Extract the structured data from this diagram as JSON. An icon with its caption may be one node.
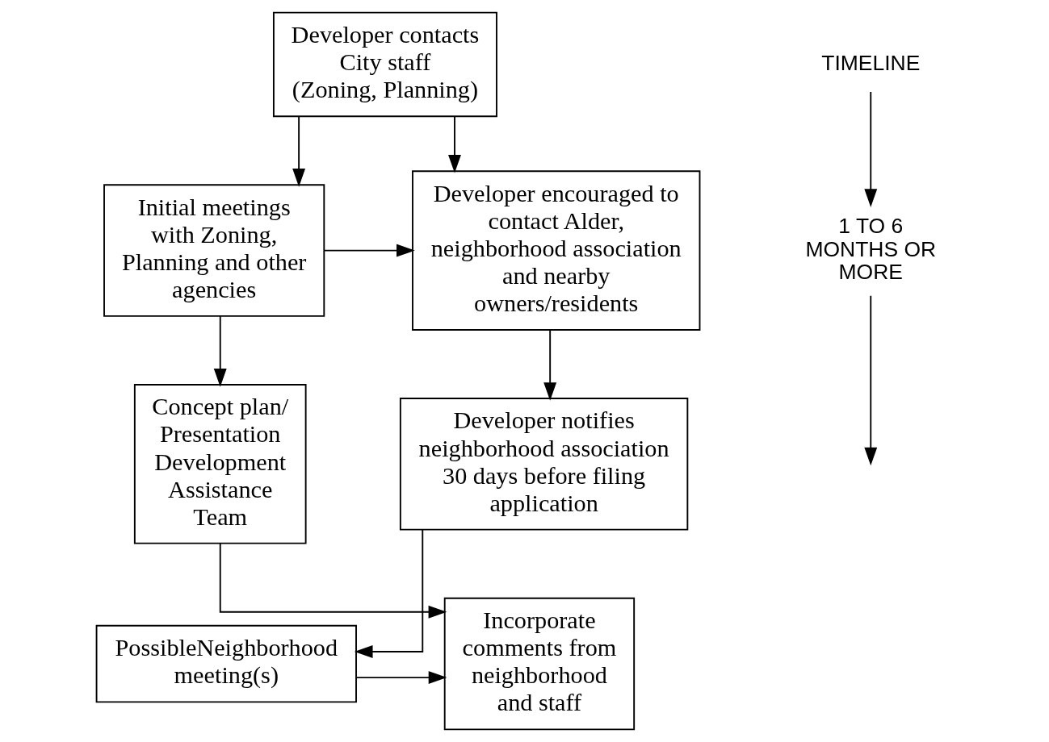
{
  "diagram": {
    "nodes": [
      {
        "text": [
          "Developer contacts City staff (Zoning, Planning)"
        ]
      },
      {
        "text": [
          "Initial meetings with Zoning, Planning and other agencies"
        ]
      },
      {
        "text": [
          "Developer encouraged to contact Alder, neighborhood association and nearby owners/residents"
        ]
      },
      {
        "text": [
          "Concept plan/ Presentation Development Assistance Team"
        ]
      },
      {
        "text": [
          "Developer notifies neighborhood association 30 days before filing application"
        ]
      },
      {
        "text": [
          "Incorporate comments from neighborhood and staff"
        ]
      },
      {
        "text": [
          "PossibleNeighborhood meeting(s)"
        ]
      },
      {
        "text": [
          "TIMELINE"
        ]
      },
      {
        "text": [
          "1 TO 6 MONTHS OR MORE"
        ]
      }
    ],
    "edges": [
      {
        "from": 0,
        "to": 1,
        "arrow": "to"
      },
      {
        "from": 0,
        "to": 2,
        "arrow": "to"
      },
      {
        "from": 1,
        "to": 2,
        "arrow": "to"
      },
      {
        "from": 1,
        "to": 3,
        "arrow": "to"
      },
      {
        "from": 3,
        "to": 5,
        "arrow": "to"
      },
      {
        "from": 2,
        "to": 4,
        "arrow": "to"
      },
      {
        "from": 4,
        "to": 6,
        "arrow": "to"
      },
      {
        "from": 6,
        "to": 5,
        "arrow": "to"
      },
      {
        "from": 7,
        "to": 8,
        "arrow": "to"
      },
      {
        "from": 8,
        "to": null,
        "arrow": "to"
      }
    ]
  }
}
